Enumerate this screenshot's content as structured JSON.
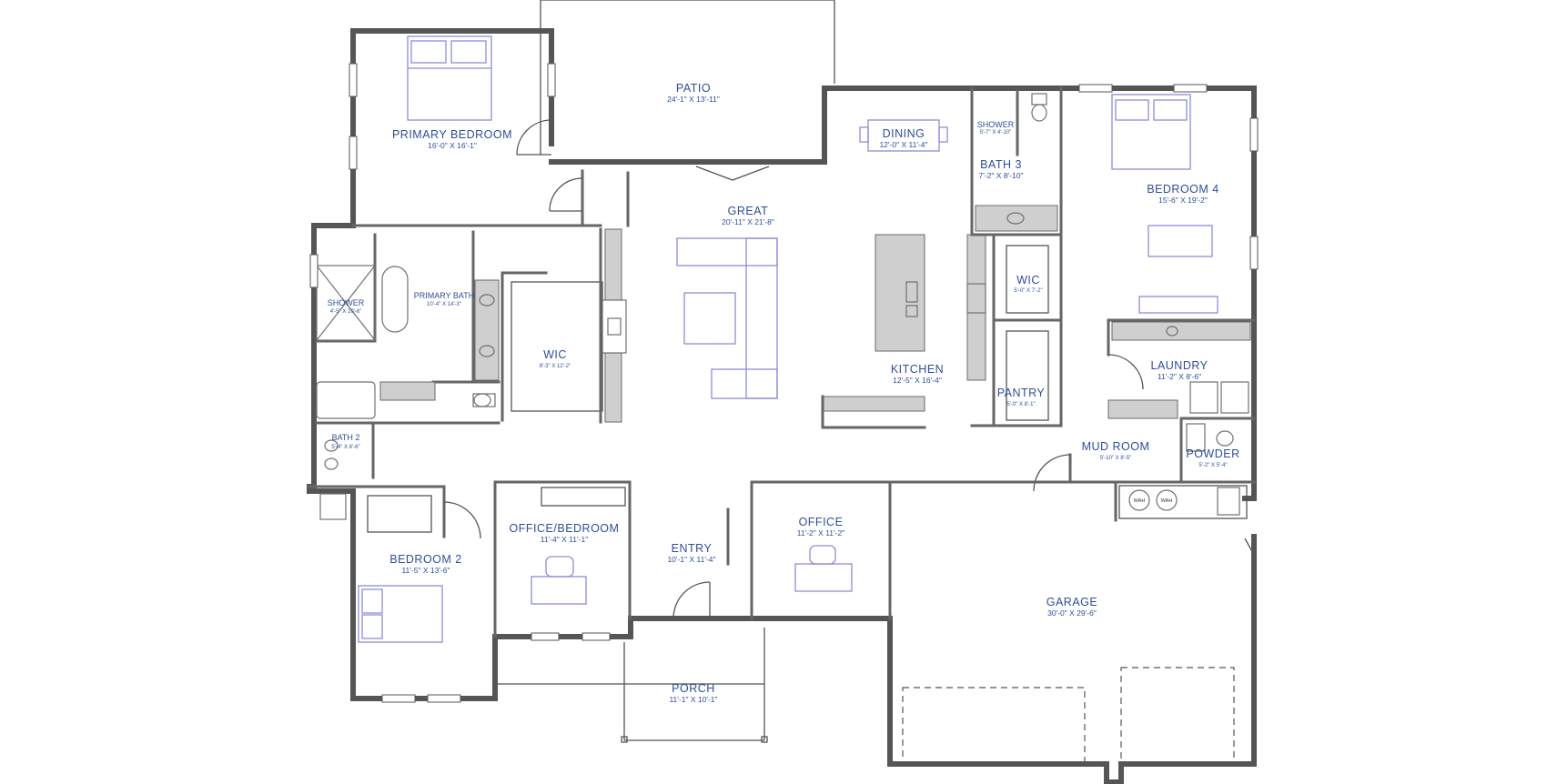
{
  "rooms": {
    "patio": {
      "name": "PATIO",
      "dims": "24'-1\" X 13'-11\""
    },
    "primary_bedroom": {
      "name": "PRIMARY BEDROOM",
      "dims": "16'-0\" X 16'-1\""
    },
    "dining": {
      "name": "DINING",
      "dims": "12'-0\" X 11'-4\""
    },
    "shower_bath3": {
      "name": "SHOWER",
      "dims": "5'-7\" X 4'-10\""
    },
    "bath_3": {
      "name": "BATH 3",
      "dims": "7'-2\" X 8'-10\""
    },
    "bedroom_4": {
      "name": "BEDROOM 4",
      "dims": "15'-6\" X 19'-2\""
    },
    "great": {
      "name": "GREAT",
      "dims": "20'-11\" X 21'-8\""
    },
    "shower_primary": {
      "name": "SHOWER",
      "dims": "4'-5\" X 10'-6\""
    },
    "primary_bath": {
      "name": "PRIMARY BATH",
      "dims": "10'-4\" X 14'-3\""
    },
    "wic_primary": {
      "name": "WIC",
      "dims": "8'-3\" X 12'-2\""
    },
    "wic_bed4": {
      "name": "WIC",
      "dims": "5'-0\" X 7'-2\""
    },
    "kitchen": {
      "name": "KITCHEN",
      "dims": "12'-5\" X 16'-4\""
    },
    "laundry": {
      "name": "LAUNDRY",
      "dims": "11'-2\" X 8'-6\""
    },
    "pantry": {
      "name": "PANTRY",
      "dims": "5'-0\" X 8'-1\""
    },
    "bath_2": {
      "name": "BATH 2",
      "dims": "5'-4\" X 8'-6\""
    },
    "mud_room": {
      "name": "MUD ROOM",
      "dims": "5'-10\" X 8'-5\""
    },
    "powder": {
      "name": "POWDER",
      "dims": "5'-2\" X 5'-4\""
    },
    "office_bedroom": {
      "name": "OFFICE/BEDROOM",
      "dims": "11'-4\" X 11'-1\""
    },
    "office": {
      "name": "OFFICE",
      "dims": "11'-2\" X 11'-2\""
    },
    "entry": {
      "name": "ENTRY",
      "dims": "10'-1\" X 11'-4\""
    },
    "bedroom_2": {
      "name": "BEDROOM 2",
      "dims": "11'-5\" X 13'-6\""
    },
    "garage": {
      "name": "GARAGE",
      "dims": "30'-0\" X 29'-6\""
    },
    "porch": {
      "name": "PORCH",
      "dims": "11'-1\" X 10'-1\""
    }
  },
  "appliances": {
    "washer": "WAH",
    "dryer": "WAH"
  },
  "colors": {
    "walls": "#555555",
    "labels": "#2d4e9a",
    "furniture": "#8d8dd8",
    "counters": "#cfcfcf"
  }
}
